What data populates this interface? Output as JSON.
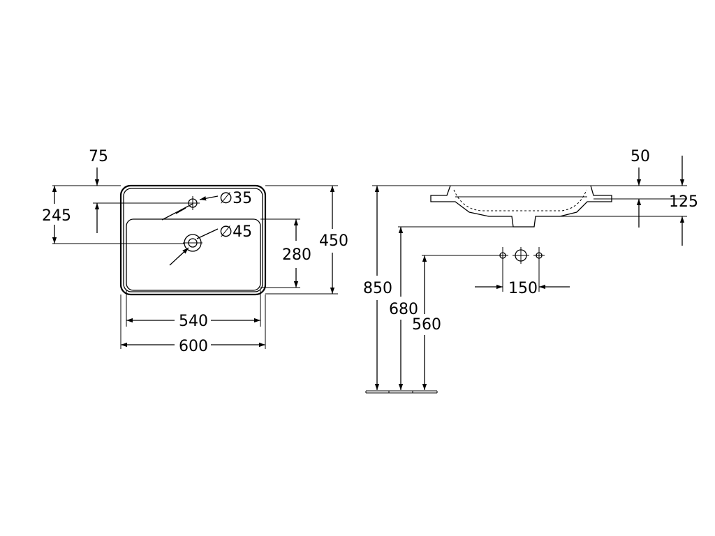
{
  "drawing": {
    "line_color": "#000000",
    "background": "#ffffff"
  },
  "labels": {
    "tap_offset": "75",
    "overflow_diameter": "∅35",
    "drain_diameter": "∅45",
    "drain_offset": "245",
    "inner_depth": "280",
    "outer_depth": "450",
    "inner_width": "540",
    "outer_width": "600",
    "rim_thickness": "50",
    "basin_height": "125",
    "counter_height": "850",
    "bottom_height": "680",
    "outlet_height": "560",
    "tap_spacing": "150"
  }
}
